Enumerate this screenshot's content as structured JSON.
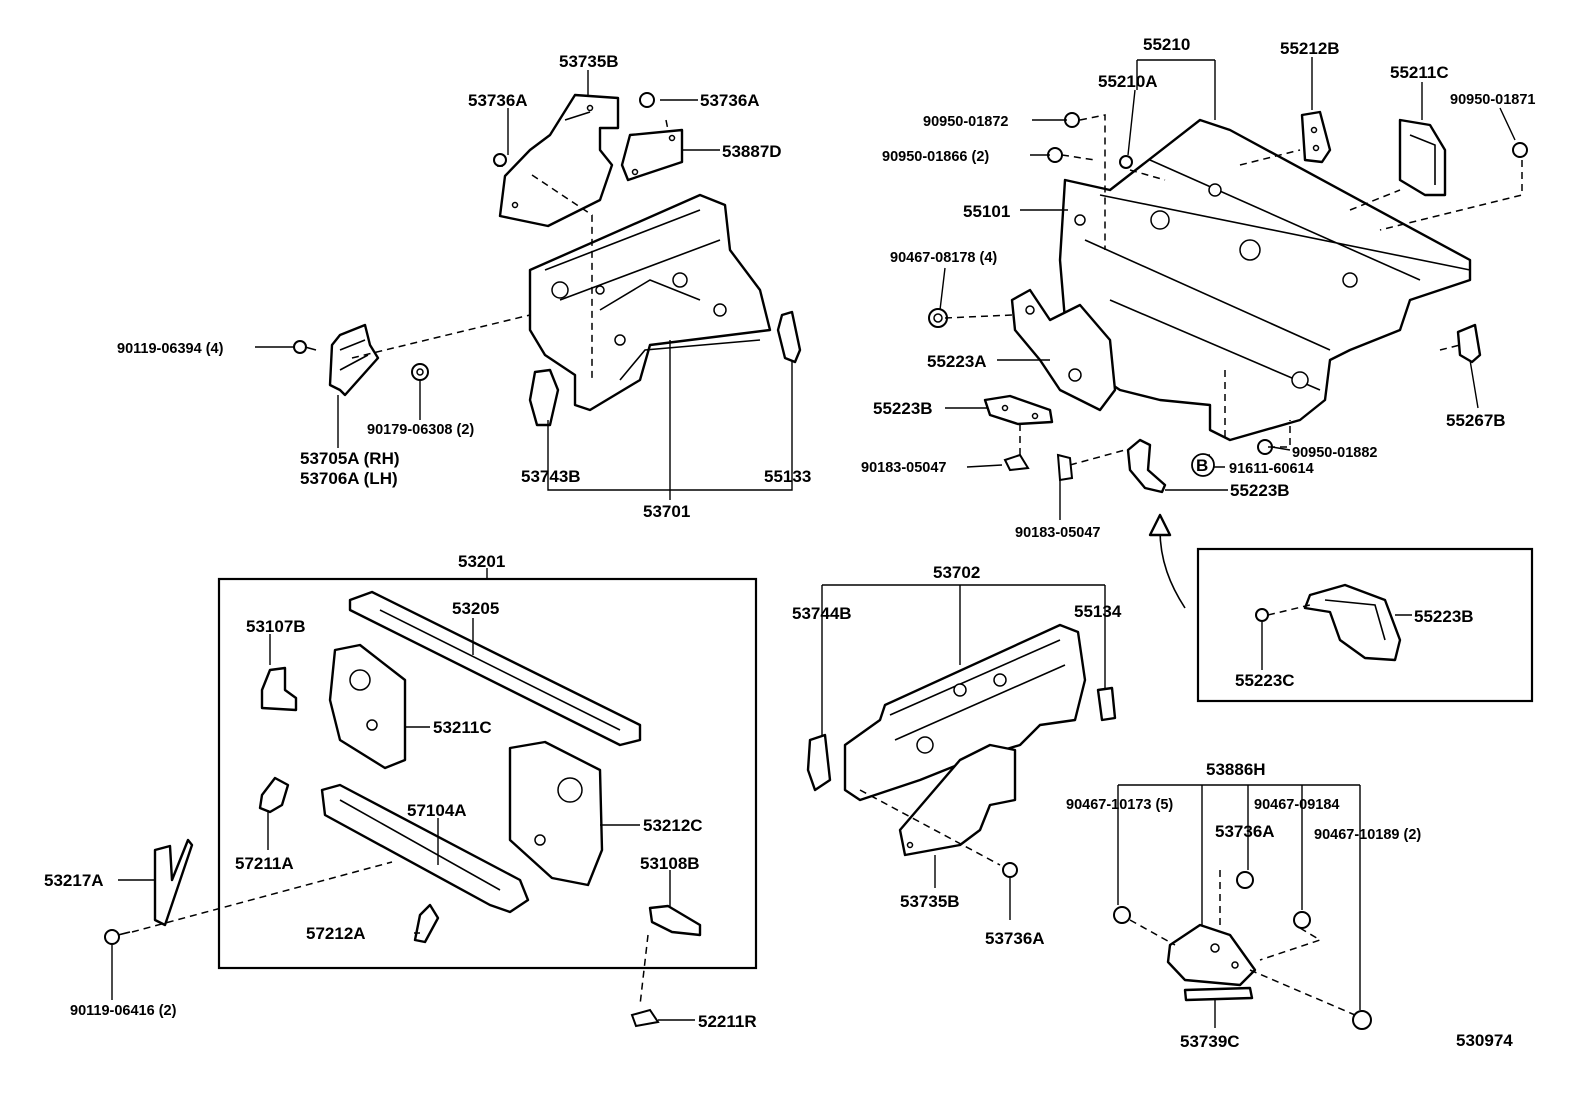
{
  "diagram_id": "530974",
  "labels": {
    "p53735B_top": "53735B",
    "p53736A_tl": "53736A",
    "p53736A_tr": "53736A",
    "p53887D": "53887D",
    "p90119_06394": "90119-06394 (4)",
    "p90179_06308": "90179-06308 (2)",
    "p53705A": "53705A (RH)",
    "p53706A": "53706A (LH)",
    "p53743B": "53743B",
    "p55133": "55133",
    "p53701": "53701",
    "p55210": "55210",
    "p55210A": "55210A",
    "p55212B": "55212B",
    "p55211C": "55211C",
    "p90950_01872": "90950-01872",
    "p90950_01866": "90950-01866 (2)",
    "p90950_01871": "90950-01871",
    "p55101": "55101",
    "p90467_08178": "90467-08178 (4)",
    "p55223A": "55223A",
    "p55223B_l": "55223B",
    "p55267B": "55267B",
    "p90183_05047_l": "90183-05047",
    "p90950_01882": "90950-01882",
    "p91611_60614": "91611-60614",
    "p55223B_b": "55223B",
    "p90183_05047_b": "90183-05047",
    "circle_B": "B",
    "p55223B_inset": "55223B",
    "p55223C": "55223C",
    "p53201": "53201",
    "p53205": "53205",
    "p53107B": "53107B",
    "p53211C": "53211C",
    "p57104A": "57104A",
    "p53212C": "53212C",
    "p57211A": "57211A",
    "p53108B": "53108B",
    "p57212A": "57212A",
    "p53217A": "53217A",
    "p90119_06416": "90119-06416 (2)",
    "p52211R": "52211R",
    "p53702": "53702",
    "p53744B": "53744B",
    "p55134": "55134",
    "p53735B_bot": "53735B",
    "p53736A_bot": "53736A",
    "p53886H": "53886H",
    "p90467_10173": "90467-10173 (5)",
    "p90467_09184": "90467-09184",
    "p53736A_r": "53736A",
    "p90467_10189": "90467-10189 (2)",
    "p53739C": "53739C",
    "p530974": "530974"
  }
}
